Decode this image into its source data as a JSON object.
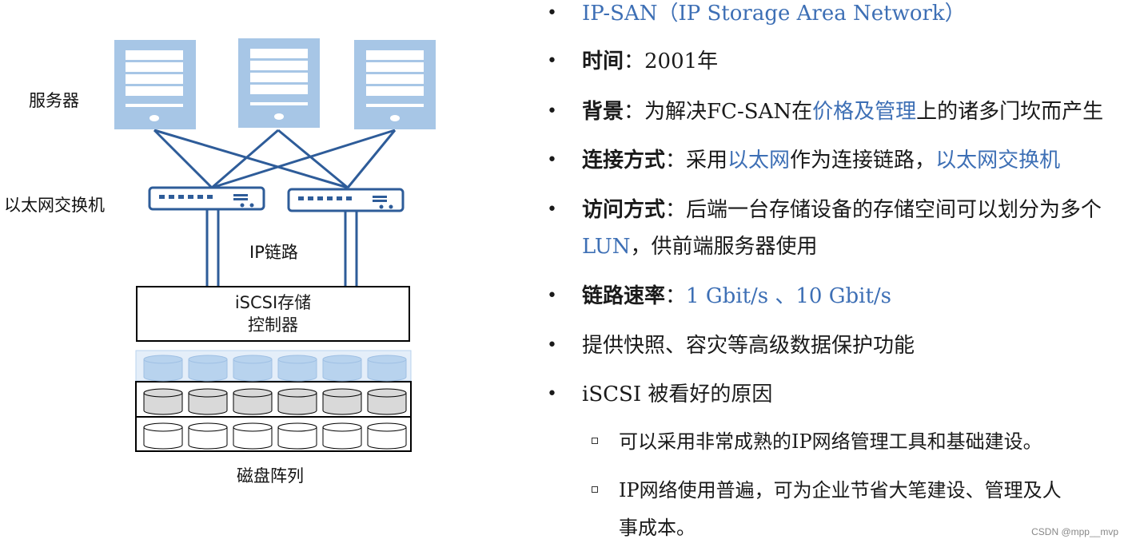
{
  "diagram": {
    "servers_label": "服务器",
    "switch_label": "以太网交换机",
    "link_label": "IP链路",
    "controller_line1": "iSCSI存储",
    "controller_line2": "控制器",
    "array_label": "磁盘阵列",
    "colors": {
      "server": "#a7c6e6",
      "line": "#2e5c99",
      "disk_blue": "#b8d3ee",
      "disk_gray": "#d9d9d9"
    }
  },
  "bullets": [
    {
      "id": "b1",
      "parts": [
        {
          "t": "IP-SAN（IP Storage Area Network）",
          "c": "blue"
        }
      ]
    },
    {
      "id": "b2",
      "parts": [
        {
          "t": "时间",
          "c": "bold"
        },
        {
          "t": "：2001年",
          "c": ""
        }
      ]
    },
    {
      "id": "b3",
      "parts": [
        {
          "t": "背景",
          "c": "bold"
        },
        {
          "t": "：为解决FC-SAN在",
          "c": ""
        },
        {
          "t": "价格及管理",
          "c": "blue"
        },
        {
          "t": "上的诸多门坎而产生",
          "c": ""
        }
      ]
    },
    {
      "id": "b4",
      "parts": [
        {
          "t": "连接方式",
          "c": "bold"
        },
        {
          "t": "：采用",
          "c": ""
        },
        {
          "t": "以太网",
          "c": "blue"
        },
        {
          "t": "作为连接链路，",
          "c": ""
        },
        {
          "t": "以太网交换机",
          "c": "blue"
        }
      ]
    },
    {
      "id": "b5",
      "parts": [
        {
          "t": "访问方式",
          "c": "bold"
        },
        {
          "t": "：后端一台存储设备的存储空间可以划分为多个",
          "c": ""
        }
      ]
    },
    {
      "id": "b5b",
      "parts": [
        {
          "t": "LUN",
          "c": "blue"
        },
        {
          "t": "，供前端服务器使用",
          "c": ""
        }
      ]
    },
    {
      "id": "b6",
      "parts": [
        {
          "t": "链路速率",
          "c": "bold"
        },
        {
          "t": "：",
          "c": ""
        },
        {
          "t": "1 Gbit/s 、10 Gbit/s",
          "c": "blue"
        }
      ]
    },
    {
      "id": "b7",
      "parts": [
        {
          "t": "提供快照、容灾等高级数据保护功能",
          "c": ""
        }
      ]
    },
    {
      "id": "b8",
      "parts": [
        {
          "t": "iSCSI 被看好的原因",
          "c": ""
        }
      ]
    }
  ],
  "subbullets": [
    {
      "id": "s1",
      "text": "可以采用非常成熟的IP网络管理工具和基础建设。"
    },
    {
      "id": "s2",
      "text": "IP网络使用普遍，可为企业节省大笔建设、管理及人"
    },
    {
      "id": "s2b",
      "text": "事成本。"
    }
  ],
  "watermark": "CSDN @mpp__mvp"
}
